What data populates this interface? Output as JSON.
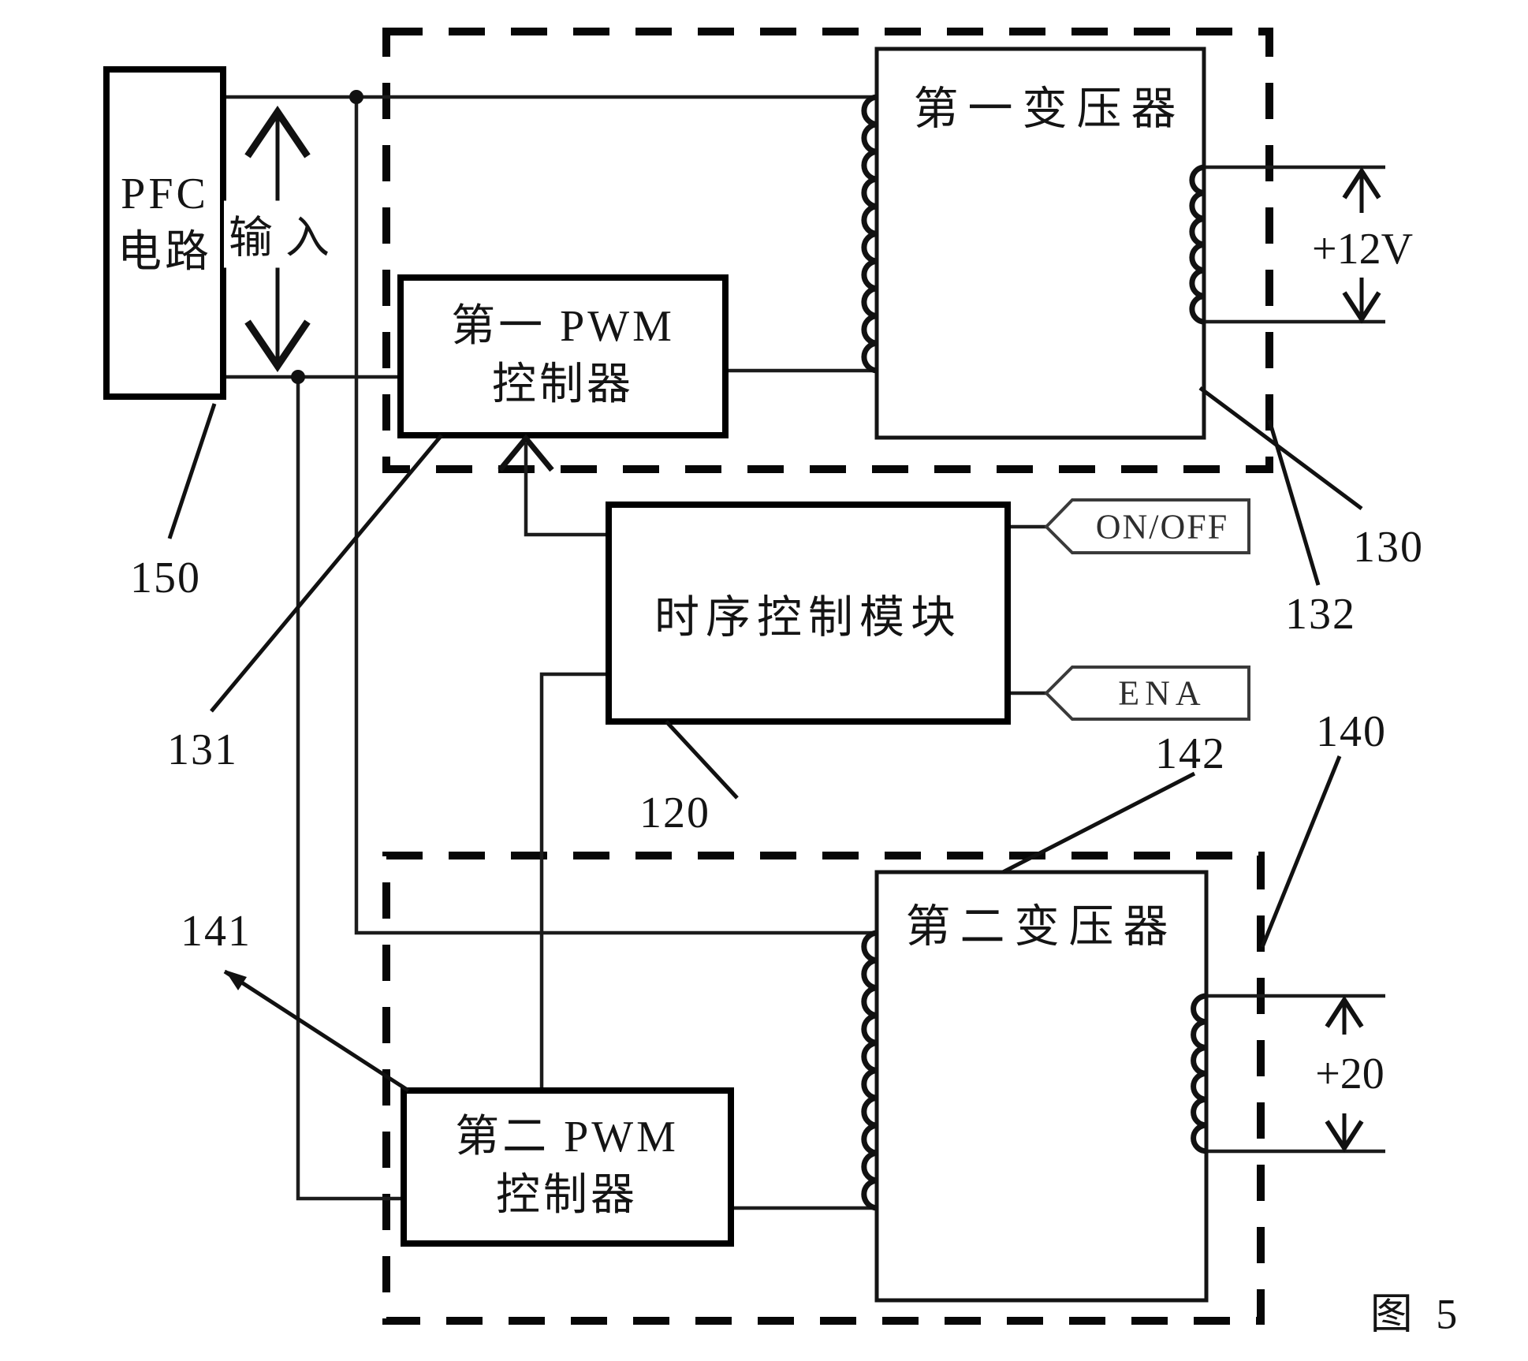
{
  "figure_caption": "图 5",
  "blocks": {
    "pfc": {
      "line1": "PFC",
      "line2": "电路"
    },
    "pwm1": {
      "line1": "第一 PWM",
      "line2": "控制器"
    },
    "timing": {
      "label": "时序控制模块"
    },
    "pwm2": {
      "line1": "第二 PWM",
      "line2": "控制器"
    },
    "transformer1": {
      "label": "第一变压器"
    },
    "transformer2": {
      "label": "第二变压器"
    }
  },
  "labels": {
    "input": "输入",
    "output_12v": "+12V",
    "output_20": "+20"
  },
  "tags": {
    "onoff": "ON/OFF",
    "ena": "ENA"
  },
  "refs": {
    "r150": "150",
    "r131": "131",
    "r141": "141",
    "r120": "120",
    "r130": "130",
    "r132": "132",
    "r142": "142",
    "r140": "140"
  }
}
